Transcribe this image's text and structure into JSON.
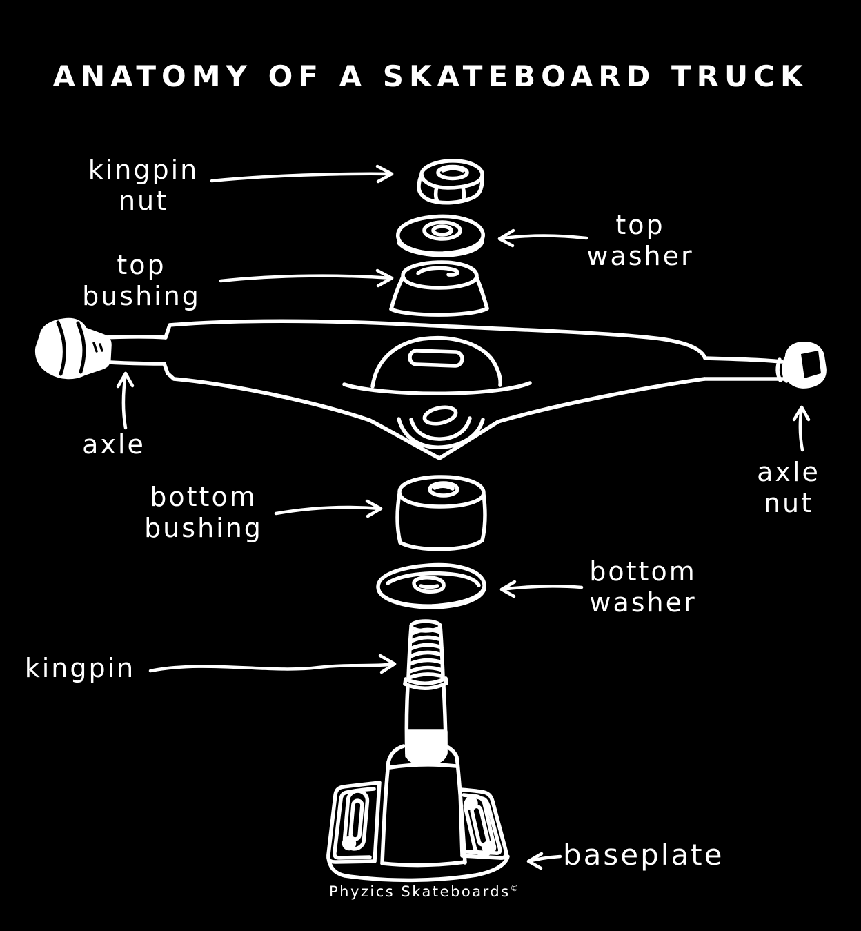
{
  "colors": {
    "background": "#000000",
    "ink": "#ffffff"
  },
  "title": "ANATOMY OF A SKATEBOARD TRUCK",
  "labels": {
    "kingpin_nut": "kingpin\nnut",
    "top_washer": "top\nwasher",
    "top_bushing": "top\nbushing",
    "axle": "axle",
    "axle_nut": "axle\nnut",
    "bottom_bushing": "bottom\nbushing",
    "bottom_washer": "bottom\nwasher",
    "kingpin": "kingpin",
    "baseplate": "baseplate"
  },
  "credit": {
    "text": "Phyzics Skateboards",
    "symbol": "©"
  }
}
